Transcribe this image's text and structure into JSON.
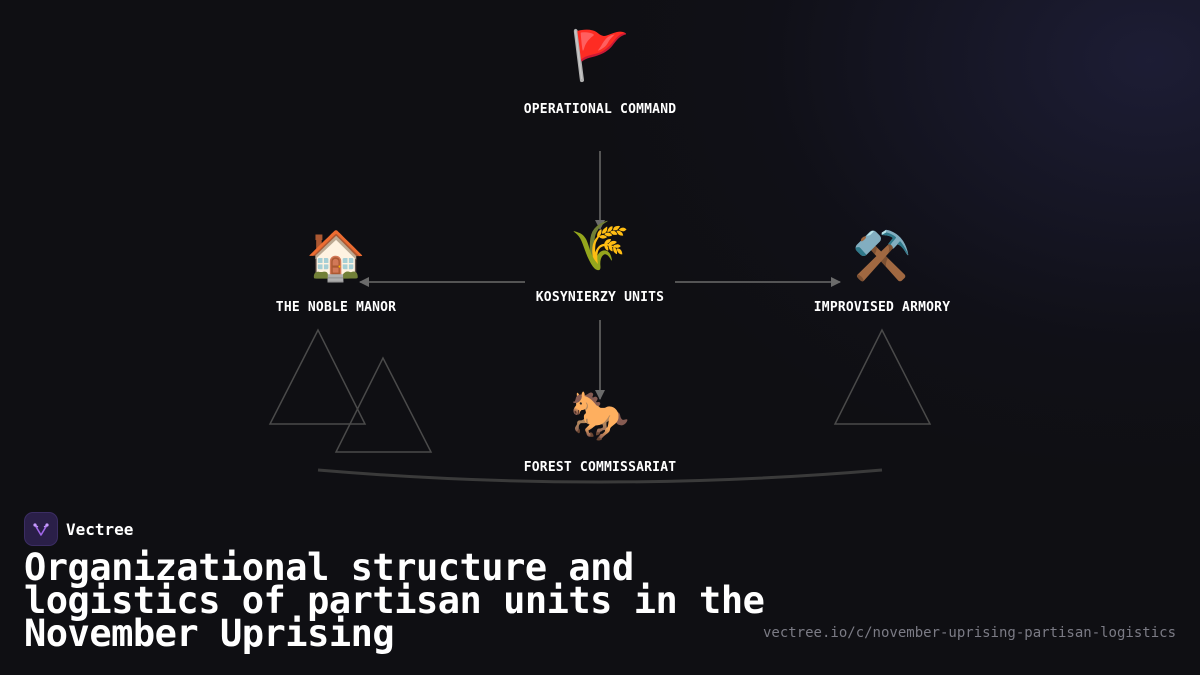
{
  "diagram": {
    "nodes": {
      "command": {
        "label": "OPERATIONAL COMMAND",
        "icon": "🚩",
        "icon_name": "red-flag-icon"
      },
      "units": {
        "label": "KOSYNIERZY UNITS",
        "icon": "🌾",
        "icon_name": "sheaf-of-rice-icon"
      },
      "manor": {
        "label": "THE NOBLE MANOR",
        "icon": "🏠",
        "icon_name": "house-icon"
      },
      "armory": {
        "label": "IMPROVISED ARMORY",
        "icon": "⚒️",
        "icon_name": "hammer-and-pick-icon"
      },
      "commissariat": {
        "label": "FOREST COMMISSARIAT",
        "icon": "🐎",
        "icon_name": "horse-icon"
      }
    },
    "edges": [
      {
        "from": "command",
        "to": "units"
      },
      {
        "from": "units",
        "to": "manor"
      },
      {
        "from": "units",
        "to": "armory"
      },
      {
        "from": "units",
        "to": "commissariat"
      }
    ],
    "colors": {
      "edge": "#6b6b6b",
      "decor": "#4a4a4a",
      "text": "#ffffff",
      "background": "#0f0f13"
    }
  },
  "brand": {
    "name": "Vectree",
    "accent": "#a066e8"
  },
  "title": "Organizational structure and logistics of partisan units in the November Uprising",
  "url": "vectree.io/c/november-uprising-partisan-logistics"
}
